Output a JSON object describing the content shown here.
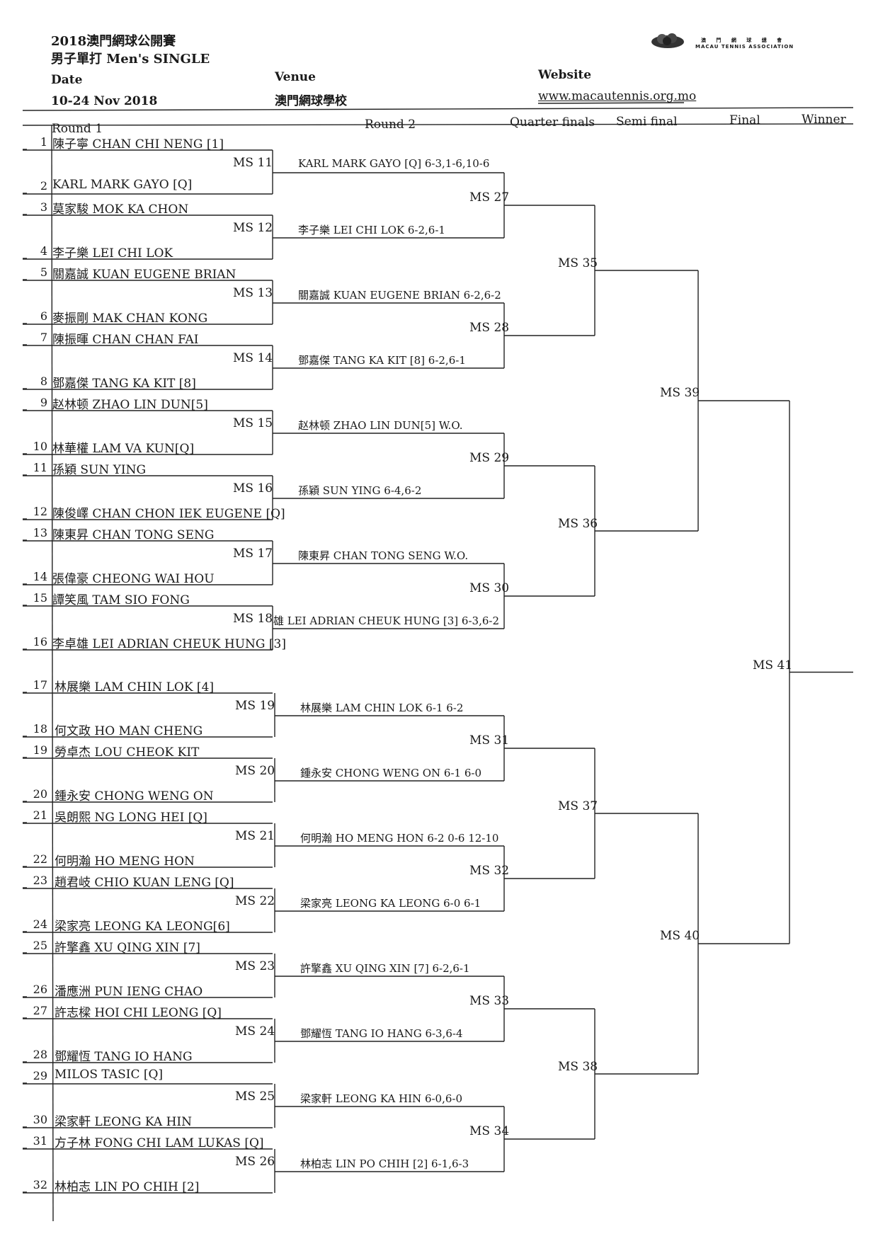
{
  "header": {
    "title_line1": "2018澳門網球公開賽",
    "title_line2": "男子單打 Men's SINGLE",
    "date_label": "Date",
    "date_value": "10-24 Nov 2018",
    "venue_label": "Venue",
    "venue_value": "澳門網球學校",
    "website_label": "Website",
    "website_value": "www.macautennis.org.mo",
    "logo_line1": "澳 門 網 球 總 會",
    "logo_line2": "MACAU TENNIS ASSOCIATION"
  },
  "rounds": [
    "Round 1",
    "Round 2",
    "Quarter finals",
    "Semi final",
    "Final",
    "Winner"
  ],
  "players": [
    {
      "num": "1",
      "name": "陳子寧 CHAN CHI NENG  [1]"
    },
    {
      "num": "2",
      "name": "KARL MARK GAYO [Q]"
    },
    {
      "num": "3",
      "name": "莫家駿 MOK KA CHON"
    },
    {
      "num": "4",
      "name": "李子樂 LEI CHI LOK"
    },
    {
      "num": "5",
      "name": "關嘉誠 KUAN EUGENE BRIAN"
    },
    {
      "num": "6",
      "name": "麥振剛 MAK CHAN KONG"
    },
    {
      "num": "7",
      "name": "陳振暉 CHAN CHAN FAI"
    },
    {
      "num": "8",
      "name": "鄧嘉傑 TANG KA KIT [8]"
    },
    {
      "num": "9",
      "name": "赵林顿 ZHAO LIN DUN[5]"
    },
    {
      "num": "10",
      "name": "林華權 LAM VA KUN[Q]"
    },
    {
      "num": "11",
      "name": "孫穎 SUN YING"
    },
    {
      "num": "12",
      "name": "陳俊嶧 CHAN CHON IEK EUGENE [Q]"
    },
    {
      "num": "13",
      "name": "陳東昇 CHAN TONG SENG"
    },
    {
      "num": "14",
      "name": "張偉豪 CHEONG  WAI HOU"
    },
    {
      "num": "15",
      "name": "譚笑風 TAM SIO FONG"
    },
    {
      "num": "16",
      "name": "李卓雄 LEI ADRIAN CHEUK HUNG [3]"
    },
    {
      "num": "17",
      "name": "林展樂 LAM CHIN LOK [4]"
    },
    {
      "num": "18",
      "name": "何文政 HO MAN CHENG"
    },
    {
      "num": "19",
      "name": "勞卓杰 LOU CHEOK KIT"
    },
    {
      "num": "20",
      "name": "鍾永安 CHONG WENG ON"
    },
    {
      "num": "21",
      "name": "吳朗熙 NG LONG HEI [Q]"
    },
    {
      "num": "22",
      "name": "何明瀚 HO MENG HON"
    },
    {
      "num": "23",
      "name": "趙君岐 CHIO KUAN  LENG [Q]"
    },
    {
      "num": "24",
      "name": "梁家亮 LEONG KA LEONG[6]"
    },
    {
      "num": "25",
      "name": "許擎鑫 XU QING XIN [7]"
    },
    {
      "num": "26",
      "name": "潘應洲 PUN IENG CHAO"
    },
    {
      "num": "27",
      "name": "許志樑 HOI CHI LEONG [Q]"
    },
    {
      "num": "28",
      "name": "鄧耀恆 TANG IO HANG"
    },
    {
      "num": "29",
      "name": "MILOS TASIC [Q]"
    },
    {
      "num": "30",
      "name": "梁家軒 LEONG KA HIN"
    },
    {
      "num": "31",
      "name": "方子林 FONG CHI LAM LUKAS [Q]"
    },
    {
      "num": "32",
      "name": "林柏志 LIN PO CHIH [2]"
    }
  ],
  "round1_matches": [
    {
      "id": "MS 11",
      "result": "KARL MARK GAYO [Q] 6-3,1-6,10-6"
    },
    {
      "id": "MS 12",
      "result": "李子樂 LEI CHI LOK 6-2,6-1"
    },
    {
      "id": "MS 13",
      "result": "關嘉誠 KUAN EUGENE BRIAN 6-2,6-2"
    },
    {
      "id": "MS 14",
      "result": "鄧嘉傑 TANG KA KIT [8] 6-2,6-1"
    },
    {
      "id": "MS 15",
      "result": "赵林顿 ZHAO LIN DUN[5] W.O."
    },
    {
      "id": "MS 16",
      "result": "孫穎 SUN YING 6-4,6-2"
    },
    {
      "id": "MS 17",
      "result": "陳東昇 CHAN TONG SENG W.O."
    },
    {
      "id": "MS 18",
      "result": "雄 LEI ADRIAN CHEUK HUNG [3]  6-3,6-2"
    },
    {
      "id": "MS 19",
      "result": "林展樂 LAM CHIN LOK 6-1 6-2"
    },
    {
      "id": "MS 20",
      "result": "鍾永安 CHONG WENG ON 6-1 6-0"
    },
    {
      "id": "MS 21",
      "result": "何明瀚 HO MENG HON 6-2 0-6 12-10"
    },
    {
      "id": "MS 22",
      "result": "梁家亮 LEONG KA LEONG 6-0 6-1"
    },
    {
      "id": "MS 23",
      "result": "許擎鑫 XU QING XIN [7] 6-2,6-1"
    },
    {
      "id": "MS 24",
      "result": "鄧耀恆 TANG IO HANG 6-3,6-4"
    },
    {
      "id": "MS 25",
      "result": "梁家軒 LEONG KA HIN 6-0,6-0"
    },
    {
      "id": "MS 26",
      "result": "林柏志 LIN PO CHIH [2] 6-1,6-3"
    }
  ],
  "round2_matches": [
    "MS 27",
    "MS 28",
    "MS 29",
    "MS 30",
    "MS 31",
    "MS 32",
    "MS 33",
    "MS 34"
  ],
  "quarter_matches": [
    "MS 35",
    "MS 36",
    "MS 37",
    "MS 38"
  ],
  "semi_matches": [
    "MS 39",
    "MS 40"
  ],
  "final_match": "MS 41"
}
